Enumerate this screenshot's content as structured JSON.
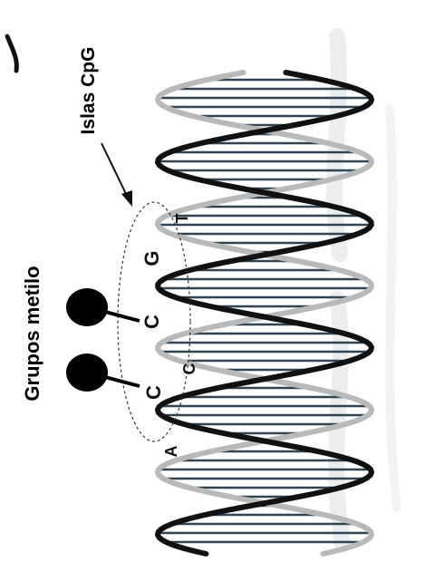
{
  "labels": {
    "cpg_islands": "Islas CpG",
    "methyl_groups": "Grupos metilo"
  },
  "bases": [
    {
      "id": "A",
      "letter": "A"
    },
    {
      "id": "C1",
      "letter": "C"
    },
    {
      "id": "C2",
      "letter": "C"
    },
    {
      "id": "C3",
      "letter": "C"
    },
    {
      "id": "G",
      "letter": "G"
    },
    {
      "id": "T",
      "letter": "T"
    }
  ],
  "colors": {
    "strand_dark": "#111111",
    "strand_light": "#b9b9b9",
    "rung": "#2f4452",
    "methyl": "#000000",
    "watermark": "#e6e6e6"
  }
}
